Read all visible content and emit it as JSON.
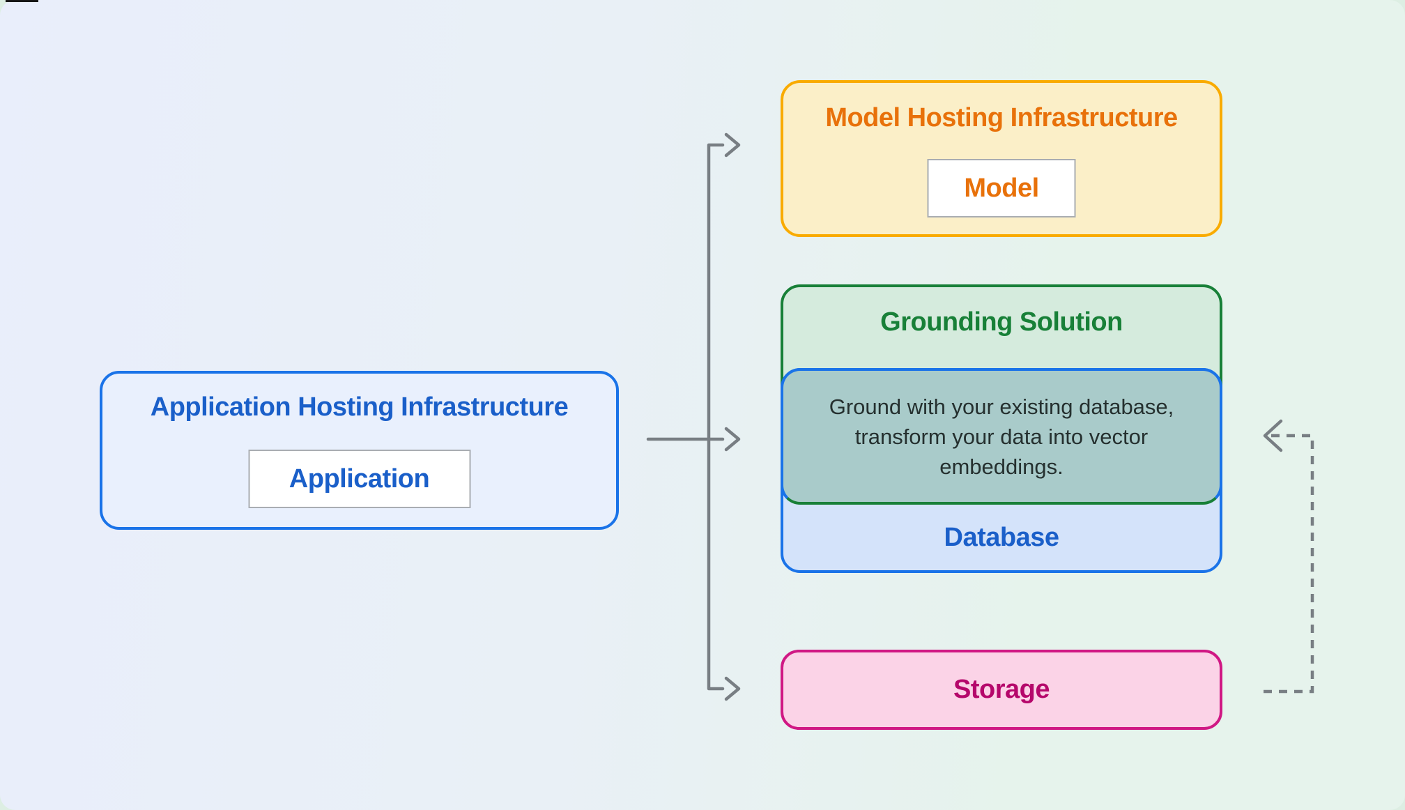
{
  "app_box": {
    "title": "Application Hosting Infrastructure",
    "chip": "Application"
  },
  "model_box": {
    "title": "Model Hosting Infrastructure",
    "chip": "Model"
  },
  "grounding_box": {
    "title": "Grounding Solution",
    "description": "Ground with your existing database,\ntransform your data into vector\nembeddings."
  },
  "database_box": {
    "label": "Database"
  },
  "storage_box": {
    "label": "Storage"
  },
  "colors": {
    "background_left": "#E9EEFB",
    "background_right": "#E6F3EC",
    "blue_border": "#1A73E8",
    "blue_text": "#1A5FC9",
    "amber_border": "#F9AB00",
    "orange_text": "#E8710A",
    "green_border": "#188038",
    "green_fill": "#D5EBDD",
    "database_fill": "#D4E3FA",
    "teal_overlap_fill": "#A9CBCA",
    "pink_border": "#D01884",
    "pink_text": "#B5076B",
    "pink_fill": "#FBD3E7",
    "connector_gray": "#787E83"
  }
}
